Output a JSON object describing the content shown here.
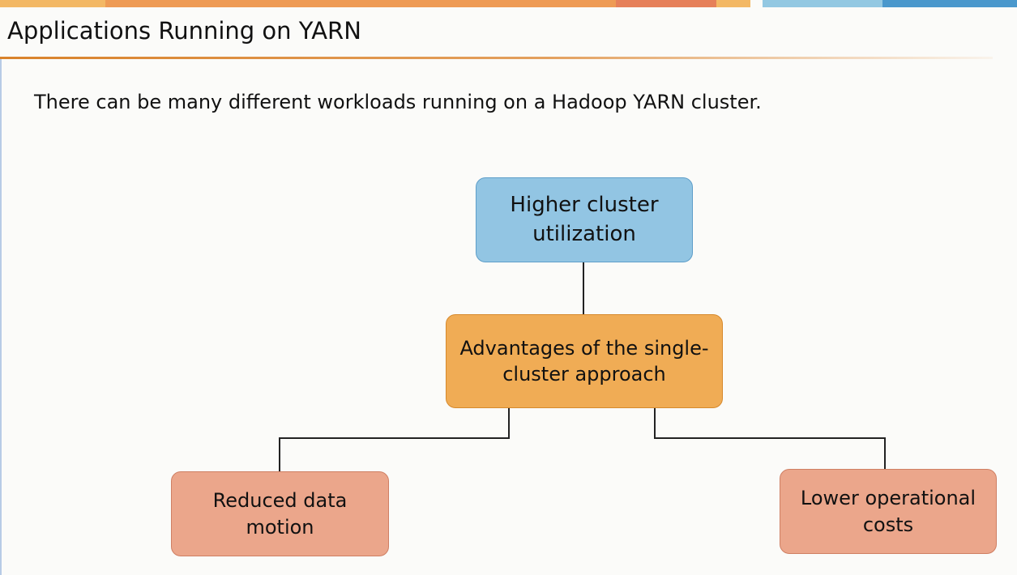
{
  "slide": {
    "title": "Applications Running on YARN",
    "subtitle": "There can be many different workloads running on a Hadoop YARN cluster."
  },
  "diagram": {
    "center": "Advantages of the single-cluster approach",
    "top": "Higher cluster utilization",
    "bottom_left": "Reduced data motion",
    "bottom_right": "Lower operational costs"
  },
  "colors": {
    "top_node": "#92c5e3",
    "center_node": "#f0ac55",
    "leaf_nodes": "#eba68b",
    "title_rule": "#d9822b",
    "connector": "#222222"
  }
}
